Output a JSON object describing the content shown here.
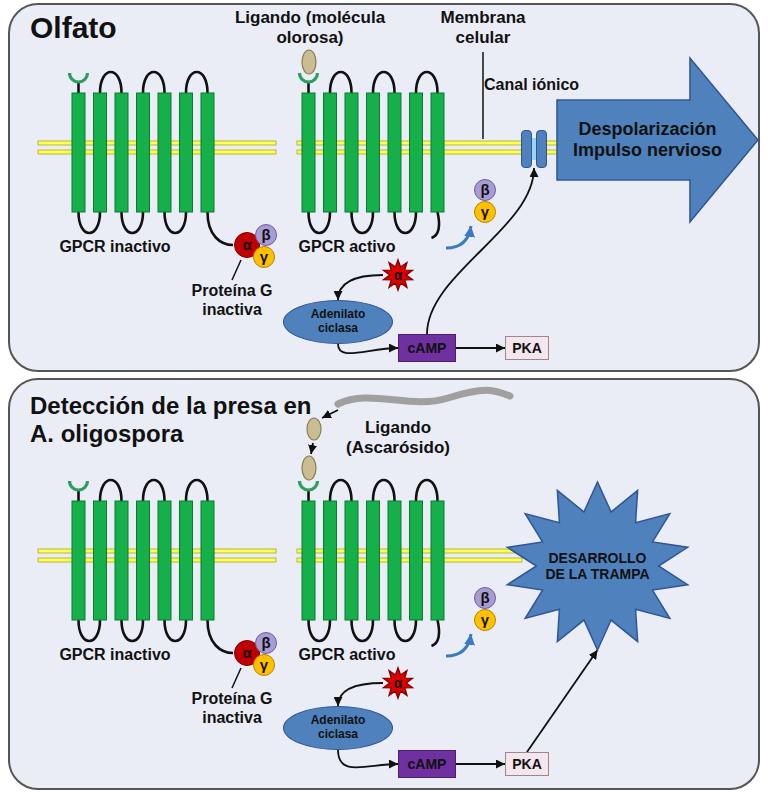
{
  "diagram": {
    "nodes": [
      {
        "text": [
          "Olfato"
        ]
      },
      {
        "text": [
          "α"
        ],
        "in": 0
      },
      {
        "text": [
          "β"
        ],
        "in": 0
      },
      {
        "text": [
          "γ"
        ],
        "in": 0
      },
      {
        "text": [
          "α"
        ],
        "in": 0
      },
      {
        "text": [
          "β"
        ],
        "in": 0
      },
      {
        "text": [
          "γ"
        ],
        "in": 0
      },
      {
        "text": [
          "Adenilato ciclasa"
        ],
        "in": 0
      },
      {
        "text": [
          "cAMP"
        ],
        "in": 0
      },
      {
        "text": [
          "PKA"
        ],
        "in": 0
      },
      {
        "text": [
          "Canal iónico"
        ],
        "in": 0
      },
      {
        "text": [
          "Despolarización Impulso nervioso"
        ],
        "in": 0
      },
      {
        "text": [
          "Detección de la presa en A. oligospora"
        ]
      },
      {
        "text": [
          "α"
        ],
        "in": 12
      },
      {
        "text": [
          "β"
        ],
        "in": 12
      },
      {
        "text": [
          "γ"
        ],
        "in": 12
      },
      {
        "text": [
          "α"
        ],
        "in": 12
      },
      {
        "text": [
          "β"
        ],
        "in": 12
      },
      {
        "text": [
          "γ"
        ],
        "in": 12
      },
      {
        "text": [
          "Adenilato ciclasa"
        ],
        "in": 12
      },
      {
        "text": [
          "cAMP"
        ],
        "in": 12
      },
      {
        "text": [
          "PKA"
        ],
        "in": 12
      },
      {
        "text": [
          "DESARROLLO DE LA TRAMPA"
        ],
        "in": 12
      }
    ],
    "edges": [
      {
        "from": 4,
        "to": 7,
        "arrow": "to"
      },
      {
        "from": 7,
        "to": 8,
        "arrow": "to"
      },
      {
        "from": 8,
        "to": 9,
        "arrow": "to"
      },
      {
        "from": 8,
        "to": 10,
        "arrow": "to"
      },
      {
        "from": 16,
        "to": 19,
        "arrow": "to"
      },
      {
        "from": 19,
        "to": 20,
        "arrow": "to"
      },
      {
        "from": 20,
        "to": 21,
        "arrow": "to"
      },
      {
        "from": 21,
        "to": 22,
        "arrow": "to"
      }
    ],
    "labels": [
      "Ligando (molécula olorosa)",
      "Membrana celular",
      "GPCR inactivo",
      "Proteína G inactiva",
      "GPCR activo",
      "Ligando (Ascarósido)",
      "GPCR inactivo",
      "Proteína G inactiva",
      "GPCR activo"
    ]
  }
}
